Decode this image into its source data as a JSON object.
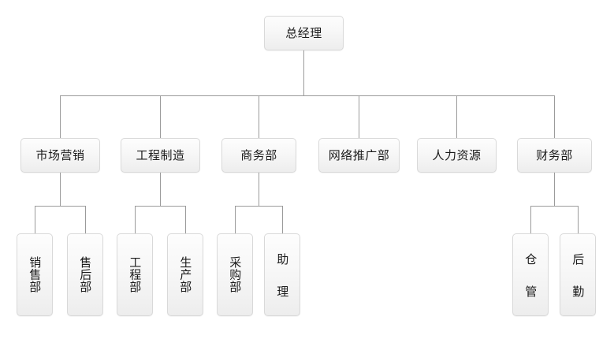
{
  "chart_data": {
    "type": "diagram",
    "diagram_type": "organizational-chart",
    "title": "",
    "orientation": "top-down",
    "levels": 3,
    "node_count": 15,
    "connector_color": "#9b9b9b",
    "node_border_color": "#d9d9d9",
    "node_fill_top": "#fdfdfd",
    "node_fill_bottom": "#ededed",
    "background_color": "#ffffff",
    "text_color": "#1b1b1b",
    "edges": [
      [
        "总经理",
        "市场营销"
      ],
      [
        "总经理",
        "工程制造"
      ],
      [
        "总经理",
        "商务部"
      ],
      [
        "总经理",
        "网络推广部"
      ],
      [
        "总经理",
        "人力资源"
      ],
      [
        "总经理",
        "财务部"
      ],
      [
        "市场营销",
        "销售部"
      ],
      [
        "市场营销",
        "售后部"
      ],
      [
        "工程制造",
        "工程部"
      ],
      [
        "工程制造",
        "生产部"
      ],
      [
        "商务部",
        "采购部"
      ],
      [
        "商务部",
        "助理"
      ],
      [
        "财务部",
        "仓管"
      ],
      [
        "财务部",
        "后勤"
      ]
    ]
  },
  "root": {
    "label": "总经理"
  },
  "level2": [
    {
      "label": "市场营销"
    },
    {
      "label": "工程制造"
    },
    {
      "label": "商务部"
    },
    {
      "label": "网络推广部"
    },
    {
      "label": "人力资源"
    },
    {
      "label": "财务部"
    }
  ],
  "level3": [
    {
      "label": "销售部"
    },
    {
      "label": "售后部"
    },
    {
      "label": "工程部"
    },
    {
      "label": "生产部"
    },
    {
      "label": "采购部"
    },
    {
      "label": "助理"
    },
    {
      "label": "仓管"
    },
    {
      "label": "后勤"
    }
  ]
}
